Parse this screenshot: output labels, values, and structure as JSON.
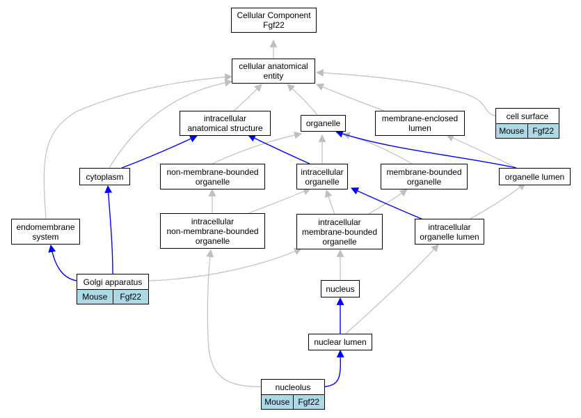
{
  "colors": {
    "is_a_edge": "#bfbfbf",
    "part_of_edge": "#0000ff",
    "annotation_fill": "#add8e6",
    "node_border": "#000000"
  },
  "nodes": {
    "root": {
      "lines": [
        "Cellular Component",
        "Fgf22"
      ]
    },
    "cae": {
      "lines": [
        "cellular anatomical",
        "entity"
      ]
    },
    "ias": {
      "lines": [
        "intracellular",
        "anatomical structure"
      ]
    },
    "organelle": {
      "lines": [
        "organelle"
      ]
    },
    "membrane_enclosed_lumen": {
      "lines": [
        "membrane-enclosed",
        "lumen"
      ]
    },
    "cell_surface": {
      "lines": [
        "cell surface"
      ],
      "annotation": [
        "Mouse",
        "Fgf22"
      ]
    },
    "cytoplasm": {
      "lines": [
        "cytoplasm"
      ]
    },
    "nmbo": {
      "lines": [
        "non-membrane-bounded",
        "organelle"
      ]
    },
    "intracellular_organelle": {
      "lines": [
        "intracellular",
        "organelle"
      ]
    },
    "mbo": {
      "lines": [
        "membrane-bounded",
        "organelle"
      ]
    },
    "organelle_lumen": {
      "lines": [
        "organelle lumen"
      ]
    },
    "endomembrane": {
      "lines": [
        "endomembrane",
        "system"
      ]
    },
    "inmbo": {
      "lines": [
        "intracellular",
        "non-membrane-bounded",
        "organelle"
      ]
    },
    "imbo": {
      "lines": [
        "intracellular",
        "membrane-bounded",
        "organelle"
      ]
    },
    "iol": {
      "lines": [
        "intracellular",
        "organelle lumen"
      ]
    },
    "golgi": {
      "lines": [
        "Golgi apparatus"
      ],
      "annotation": [
        "Mouse",
        "Fgf22"
      ]
    },
    "nucleus": {
      "lines": [
        "nucleus"
      ]
    },
    "nuclear_lumen": {
      "lines": [
        "nuclear lumen"
      ]
    },
    "nucleolus": {
      "lines": [
        "nucleolus"
      ],
      "annotation": [
        "Mouse",
        "Fgf22"
      ]
    }
  }
}
